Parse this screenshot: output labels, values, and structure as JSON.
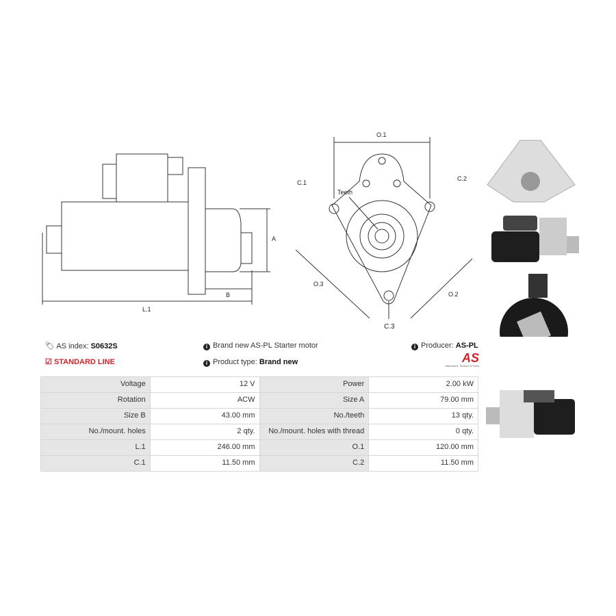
{
  "drawing_labels": {
    "a": "A",
    "b": "B",
    "l1": "L.1",
    "o1": "O.1",
    "o2": "O.2",
    "o3": "O.3",
    "c1": "C.1",
    "c2": "C.2",
    "c3": "C.3",
    "teeth": "Teeth"
  },
  "info": {
    "as_index_label": "AS index:",
    "as_index_value": "S0632S",
    "line": "STANDARD LINE",
    "description": "Brand new AS-PL Starter motor",
    "product_type_label": "Product type:",
    "product_type_value": "Brand new",
    "producer_label": "Producer:",
    "producer_value": "AS-PL",
    "logo_text": "AS",
    "logo_tagline": "Alternators, Starters & Parts"
  },
  "specs": [
    [
      "Voltage",
      "12 V",
      "Power",
      "2.00 kW"
    ],
    [
      "Rotation",
      "ACW",
      "Size A",
      "79.00 mm"
    ],
    [
      "Size B",
      "43.00 mm",
      "No./teeth",
      "13 qty."
    ],
    [
      "No./mount. holes",
      "2 qty.",
      "No./mount. holes with thread",
      "0 qty."
    ],
    [
      "L.1",
      "246.00 mm",
      "O.1",
      "120.00 mm"
    ],
    [
      "C.1",
      "11.50 mm",
      "C.2",
      "11.50 mm"
    ]
  ]
}
